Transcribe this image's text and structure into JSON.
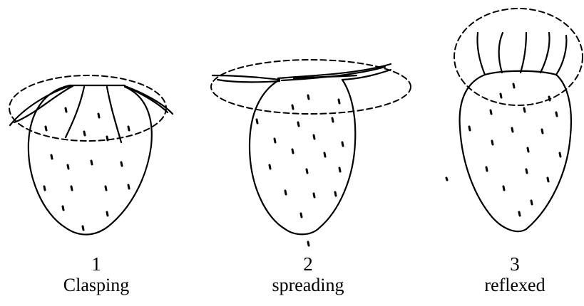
{
  "figures": [
    {
      "number": "1",
      "label": "Clasping"
    },
    {
      "number": "2",
      "label": "spreading"
    },
    {
      "number": "3",
      "label": "reflexed"
    }
  ]
}
